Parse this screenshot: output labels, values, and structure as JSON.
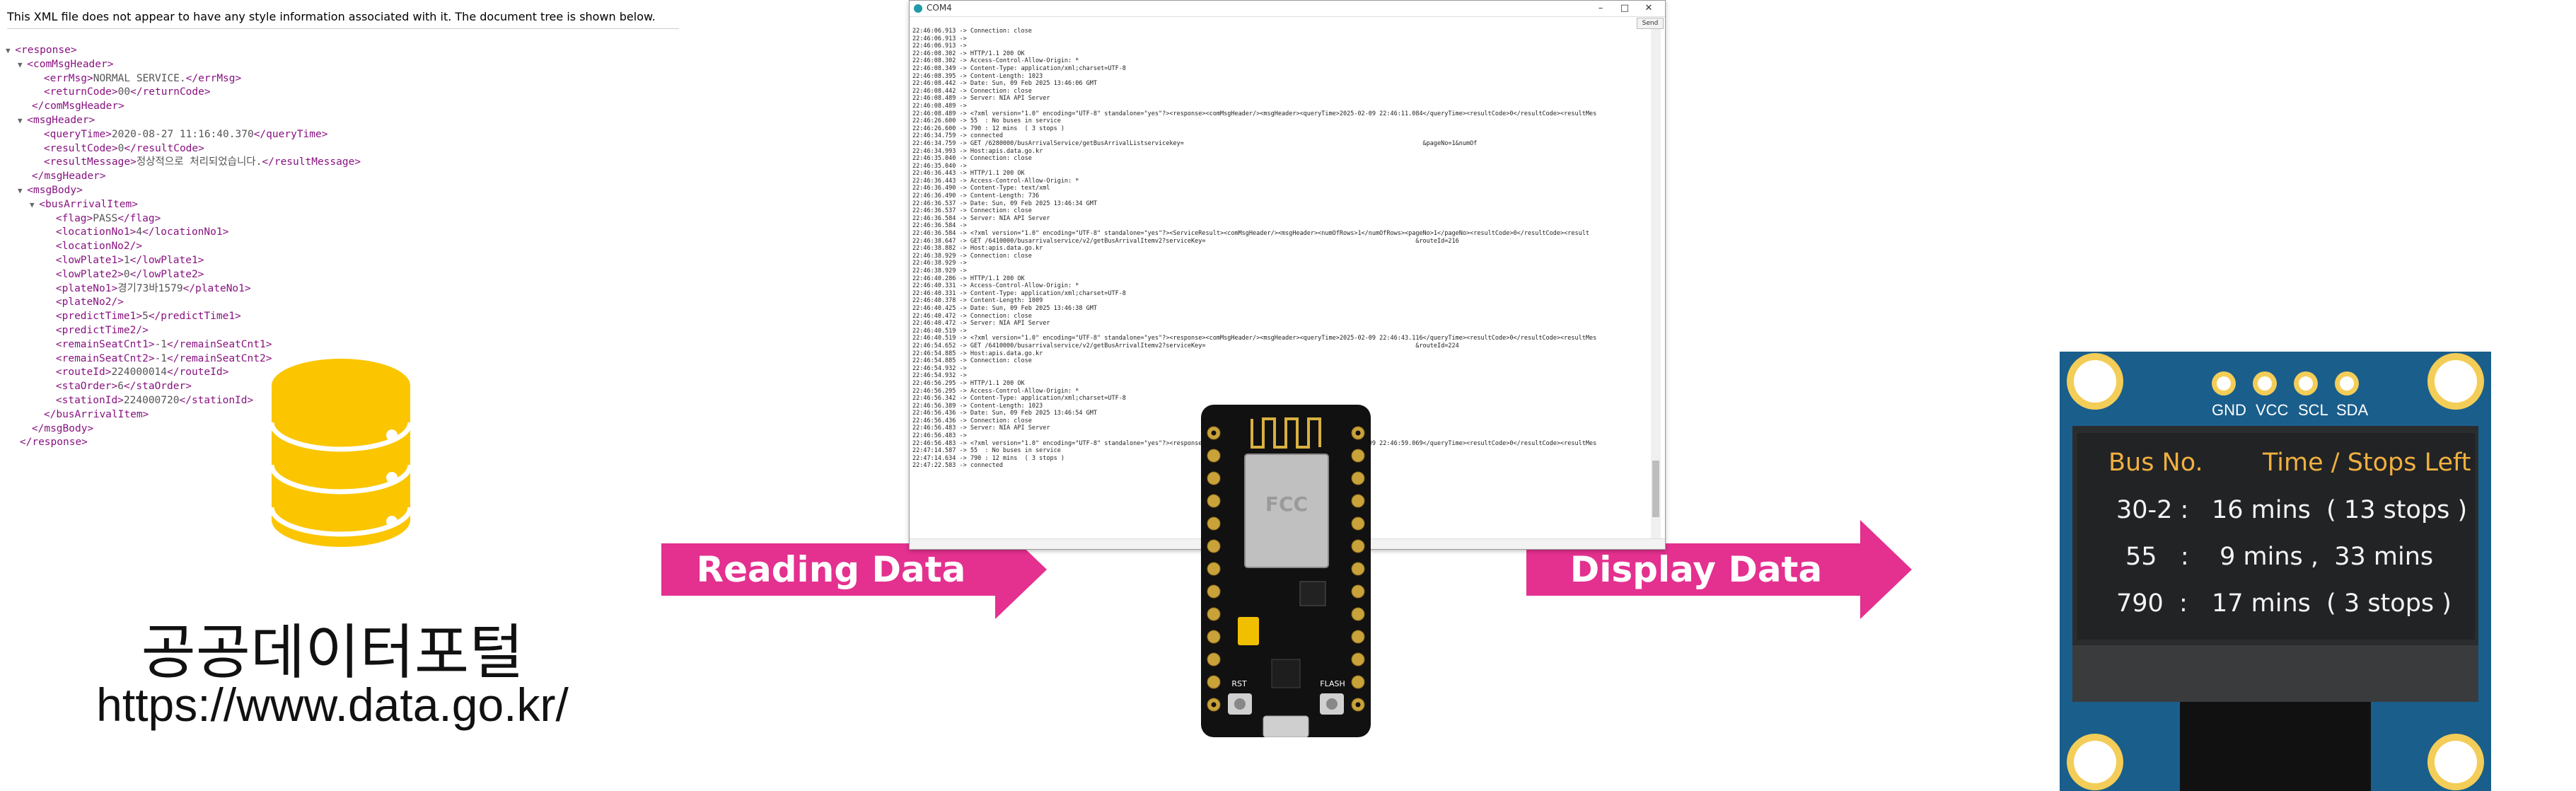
{
  "xml_viewer": {
    "notice": "This XML file does not appear to have any style information associated with it. The document tree is shown below.",
    "lines": [
      {
        "indent": 0,
        "arrow": true,
        "open": "response",
        "text": "",
        "close": ""
      },
      {
        "indent": 1,
        "arrow": true,
        "open": "comMsgHeader",
        "text": "",
        "close": ""
      },
      {
        "indent": 2,
        "arrow": false,
        "open": "errMsg",
        "text": "NORMAL SERVICE.",
        "close": "errMsg"
      },
      {
        "indent": 2,
        "arrow": false,
        "open": "returnCode",
        "text": "00",
        "close": "returnCode"
      },
      {
        "indent": 1,
        "arrow": false,
        "open": "",
        "text": "",
        "close": "comMsgHeader"
      },
      {
        "indent": 1,
        "arrow": true,
        "open": "msgHeader",
        "text": "",
        "close": ""
      },
      {
        "indent": 2,
        "arrow": false,
        "open": "queryTime",
        "text": "2020-08-27 11:16:40.370",
        "close": "queryTime"
      },
      {
        "indent": 2,
        "arrow": false,
        "open": "resultCode",
        "text": "0",
        "close": "resultCode"
      },
      {
        "indent": 2,
        "arrow": false,
        "open": "resultMessage",
        "text": "정상적으로 처리되었습니다.",
        "close": "resultMessage"
      },
      {
        "indent": 1,
        "arrow": false,
        "open": "",
        "text": "",
        "close": "msgHeader"
      },
      {
        "indent": 1,
        "arrow": true,
        "open": "msgBody",
        "text": "",
        "close": ""
      },
      {
        "indent": 2,
        "arrow": true,
        "open": "busArrivalItem",
        "text": "",
        "close": ""
      },
      {
        "indent": 3,
        "arrow": false,
        "open": "flag",
        "text": "PASS",
        "close": "flag"
      },
      {
        "indent": 3,
        "arrow": false,
        "open": "locationNo1",
        "text": "4",
        "close": "locationNo1"
      },
      {
        "indent": 3,
        "arrow": false,
        "open": "locationNo2/",
        "text": "",
        "close": ""
      },
      {
        "indent": 3,
        "arrow": false,
        "open": "lowPlate1",
        "text": "1",
        "close": "lowPlate1"
      },
      {
        "indent": 3,
        "arrow": false,
        "open": "lowPlate2",
        "text": "0",
        "close": "lowPlate2"
      },
      {
        "indent": 3,
        "arrow": false,
        "open": "plateNo1",
        "text": "경기73바1579",
        "close": "plateNo1"
      },
      {
        "indent": 3,
        "arrow": false,
        "open": "plateNo2/",
        "text": "",
        "close": ""
      },
      {
        "indent": 3,
        "arrow": false,
        "open": "predictTime1",
        "text": "5",
        "close": "predictTime1"
      },
      {
        "indent": 3,
        "arrow": false,
        "open": "predictTime2/",
        "text": "",
        "close": ""
      },
      {
        "indent": 3,
        "arrow": false,
        "open": "remainSeatCnt1",
        "text": "-1",
        "close": "remainSeatCnt1"
      },
      {
        "indent": 3,
        "arrow": false,
        "open": "remainSeatCnt2",
        "text": "-1",
        "close": "remainSeatCnt2"
      },
      {
        "indent": 3,
        "arrow": false,
        "open": "routeId",
        "text": "224000014",
        "close": "routeId"
      },
      {
        "indent": 3,
        "arrow": false,
        "open": "staOrder",
        "text": "6",
        "close": "staOrder"
      },
      {
        "indent": 3,
        "arrow": false,
        "open": "stationId",
        "text": "224000720",
        "close": "stationId"
      },
      {
        "indent": 2,
        "arrow": false,
        "open": "",
        "text": "",
        "close": "busArrivalItem"
      },
      {
        "indent": 1,
        "arrow": false,
        "open": "",
        "text": "",
        "close": "msgBody"
      },
      {
        "indent": 0,
        "arrow": false,
        "open": "",
        "text": "",
        "close": "response"
      }
    ]
  },
  "portal": {
    "name": "공공데이터포털",
    "url": "https://www.data.go.kr/"
  },
  "arrows": {
    "reading_label": "Reading Data",
    "display_label": "Display Data",
    "color": "#e4308f"
  },
  "serial_monitor": {
    "title": "COM4",
    "send_label": "Send",
    "lines": [
      "22:46:06.913 -> Connection: close",
      "22:46:06.913 ->",
      "22:46:06.913 ->",
      "22:46:08.302 -> HTTP/1.1 200 OK",
      "22:46:08.302 -> Access-Control-Allow-Origin: *",
      "22:46:08.349 -> Content-Type: application/xml;charset=UTF-8",
      "22:46:08.395 -> Content-Length: 1023",
      "22:46:08.442 -> Date: Sun, 09 Feb 2025 13:46:06 GMT",
      "22:46:08.442 -> Connection: close",
      "22:46:08.489 -> Server: NIA API Server",
      "22:46:08.489 ->",
      "22:46:08.489 -> <?xml version=\"1.0\" encoding=\"UTF-8\" standalone=\"yes\"?><response><comMsgHeader/><msgHeader><queryTime>2025-02-09 22:46:11.084</queryTime><resultCode>0</resultCode><resultMes",
      "22:46:26.600 -> 55  : No buses in service",
      "22:46:26.600 -> 790 : 12 mins  ( 3 stops )",
      "22:46:34.759 -> connected",
      "22:46:34.759 -> GET /6280000/busArrivalService/getBusArrivalListservicekey=                                                                  &pageNo=1&numOf",
      "22:46:34.993 -> Host:apis.data.go.kr",
      "22:46:35.040 -> Connection: close",
      "22:46:35.040 ->",
      "22:46:36.443 -> HTTP/1.1 200 OK",
      "22:46:36.443 -> Access-Control-Allow-Origin: *",
      "22:46:36.490 -> Content-Type: text/xml",
      "22:46:36.490 -> Content-Length: 736",
      "22:46:36.537 -> Date: Sun, 09 Feb 2025 13:46:34 GMT",
      "22:46:36.537 -> Connection: close",
      "22:46:36.584 -> Server: NIA API Server",
      "22:46:36.584 ->",
      "22:46:36.584 -> <?xml version=\"1.0\" encoding=\"UTF-8\" standalone=\"yes\"?><ServiceResult><comMsgHeader/><msgHeader><numOfRows>1</numOfRows><pageNo>1</pageNo><resultCode>0</resultCode><result",
      "22:46:38.647 -> GET /6410000/busarrivalservice/v2/getBusArrivalItemv2?serviceKey=                                                          &routeId=216",
      "22:46:38.882 -> Host:apis.data.go.kr",
      "22:46:38.929 -> Connection: close",
      "22:46:38.929 ->",
      "22:46:38.929 ->",
      "22:46:40.286 -> HTTP/1.1 200 OK",
      "22:46:40.331 -> Access-Control-Allow-Origin: *",
      "22:46:40.331 -> Content-Type: application/xml;charset=UTF-8",
      "22:46:40.378 -> Content-Length: 1009",
      "22:46:40.425 -> Date: Sun, 09 Feb 2025 13:46:38 GMT",
      "22:46:40.472 -> Connection: close",
      "22:46:40.472 -> Server: NIA API Server",
      "22:46:40.519 ->",
      "22:46:40.519 -> <?xml version=\"1.0\" encoding=\"UTF-8\" standalone=\"yes\"?><response><comMsgHeader/><msgHeader><queryTime>2025-02-09 22:46:43.116</queryTime><resultCode>0</resultCode><resultMes",
      "22:46:54.652 -> GET /6410000/busarrivalservice/v2/getBusArrivalItemv2?serviceKey=                                                          &routeId=224",
      "22:46:54.885 -> Host:apis.data.go.kr",
      "22:46:54.885 -> Connection: close",
      "22:46:54.932 ->",
      "22:46:54.932 ->",
      "22:46:56.295 -> HTTP/1.1 200 OK",
      "22:46:56.295 -> Access-Control-Allow-Origin: *",
      "22:46:56.342 -> Content-Type: application/xml;charset=UTF-8",
      "22:46:56.389 -> Content-Length: 1023",
      "22:46:56.436 -> Date: Sun, 09 Feb 2025 13:46:54 GMT",
      "22:46:56.436 -> Connection: close",
      "22:46:56.483 -> Server: NIA API Server",
      "22:46:56.483 ->",
      "22:46:56.483 -> <?xml version=\"1.0\" encoding=\"UTF-8\" standalone=\"yes\"?><response><comMsgHeader/><msgHeader><queryTime>2025-02-09 22:46:59.069</queryTime><resultCode>0</resultCode><resultMes",
      "22:47:14.587 -> 55  : No buses in service",
      "22:47:14.634 -> 790 : 12 mins  ( 3 stops )",
      "22:47:22.583 -> connected"
    ]
  },
  "board": {
    "antenna_label": "FCC",
    "silkscreen_left": "RST",
    "silkscreen_right": "FLASH"
  },
  "oled": {
    "pins": [
      "GND",
      "VCC",
      "SCL",
      "SDA"
    ],
    "header_bus": "Bus No.",
    "header_time": "Time / Stops Left",
    "rows": [
      {
        "bus": "30-2 :",
        "info": "16 mins  ( 13 stops )"
      },
      {
        "bus": "55   :",
        "info": " 9 mins ,  33 mins"
      },
      {
        "bus": "790  :",
        "info": "17 mins  ( 3 stops )"
      }
    ],
    "header_color": "#f0b040",
    "pcb_color": "#1a5e8c"
  }
}
